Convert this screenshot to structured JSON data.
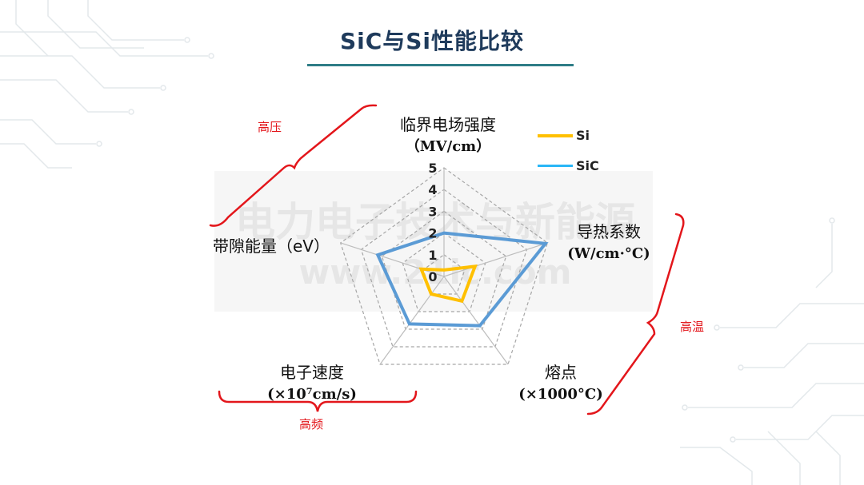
{
  "slide": {
    "title": "SiC与Si性能比较",
    "watermark_line1": "电力电子技术与新能源",
    "watermark_line2": "www.21ic.com"
  },
  "tags": {
    "high_voltage": "高压",
    "high_temperature": "高温",
    "high_frequency": "高频"
  },
  "chart_data": {
    "type": "radar",
    "axes": [
      {
        "name": "临界电场强度",
        "unit": "（MV/cm）"
      },
      {
        "name": "导热系数",
        "unit": "(W/cm·°C)"
      },
      {
        "name": "熔点",
        "unit": "(×1000°C)"
      },
      {
        "name": "电子速度",
        "unit": "(×10⁷cm/s)"
      },
      {
        "name": "带隙能量（eV）",
        "unit": ""
      }
    ],
    "ticks": [
      "0",
      "1",
      "2",
      "3",
      "4",
      "5"
    ],
    "range": [
      0,
      5
    ],
    "grid": true,
    "legend_position": "top-right",
    "series": [
      {
        "name": "Si",
        "color": "#ffc000",
        "values": [
          0.3,
          1.5,
          1.4,
          1.0,
          1.1
        ]
      },
      {
        "name": "SiC",
        "color": "#5b9bd5",
        "values": [
          2.0,
          4.9,
          2.8,
          2.7,
          3.2
        ]
      }
    ]
  },
  "colors": {
    "bracket": "#e3161b",
    "grid": "#a6a6a6",
    "title": "#1f3b5c",
    "underline": "#2e7d86"
  }
}
